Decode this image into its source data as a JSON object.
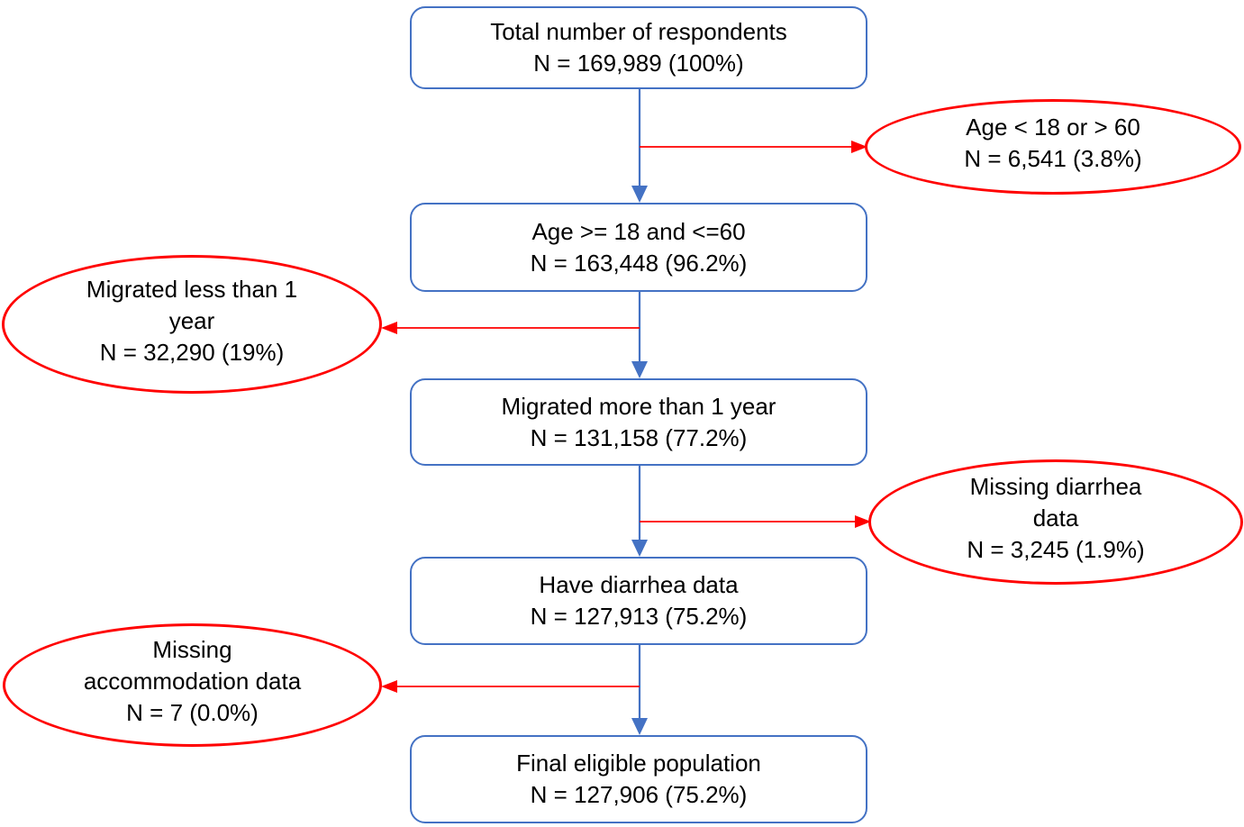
{
  "colors": {
    "box_border": "#4472C4",
    "blue_arrow": "#4472C4",
    "exclusion_border": "#FF0000",
    "red_arrow": "#FF0000",
    "text": "#000000",
    "background": "#FFFFFF"
  },
  "flowchart": {
    "main_nodes": [
      {
        "shape": "rounded-rectangle",
        "lines": [
          "Total number of respondents",
          "N = 169,989 (100%)"
        ]
      },
      {
        "shape": "rounded-rectangle",
        "lines": [
          "Age >= 18 and <=60",
          "N = 163,448 (96.2%)"
        ]
      },
      {
        "shape": "rounded-rectangle",
        "lines": [
          "Migrated more than 1 year",
          "N = 131,158 (77.2%)"
        ]
      },
      {
        "shape": "rounded-rectangle",
        "lines": [
          "Have diarrhea data",
          "N = 127,913 (75.2%)"
        ]
      },
      {
        "shape": "rounded-rectangle",
        "lines": [
          "Final eligible population",
          "N = 127,906 (75.2%)"
        ]
      }
    ],
    "exclusion_nodes": [
      {
        "shape": "ellipse",
        "side": "right",
        "lines": [
          "Age < 18 or > 60",
          "N = 6,541 (3.8%)"
        ]
      },
      {
        "shape": "ellipse",
        "side": "left",
        "lines": [
          "Migrated less than 1",
          "year",
          "N = 32,290 (19%)"
        ]
      },
      {
        "shape": "ellipse",
        "side": "right",
        "lines": [
          "Missing diarrhea",
          "data",
          "N = 3,245 (1.9%)"
        ]
      },
      {
        "shape": "ellipse",
        "side": "left",
        "lines": [
          "Missing",
          "accommodation data",
          "N = 7 (0.0%)"
        ]
      }
    ]
  }
}
